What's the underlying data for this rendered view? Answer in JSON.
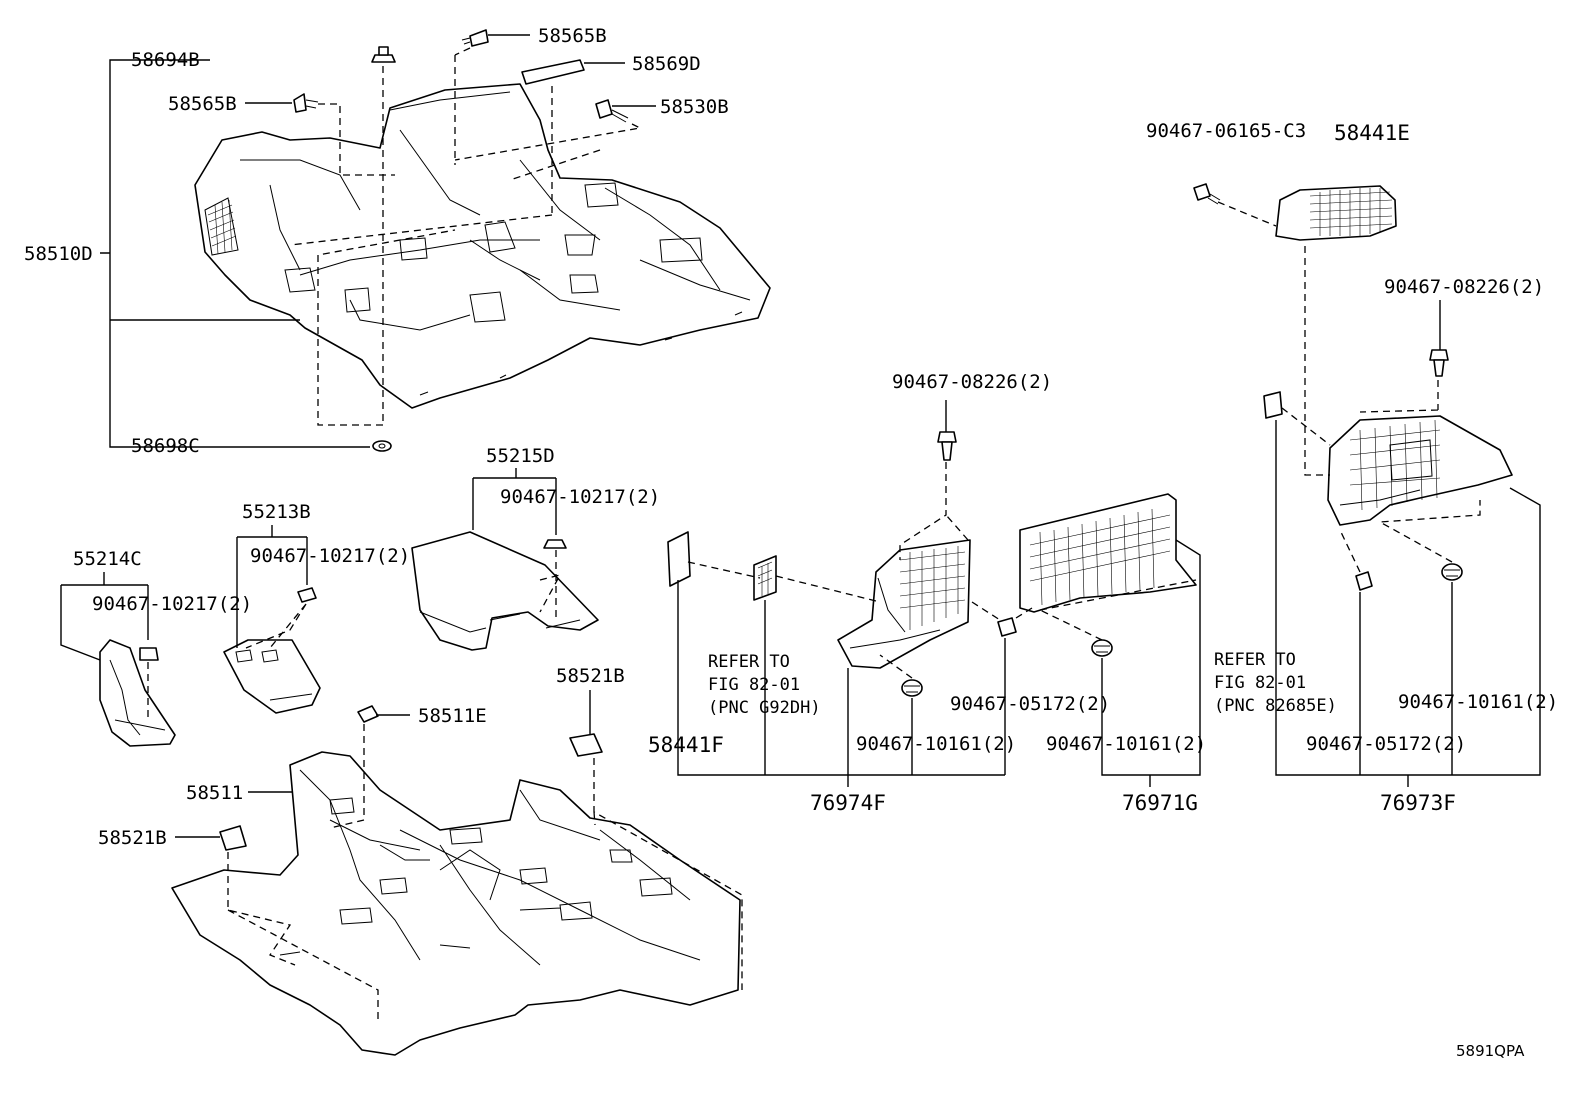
{
  "labels": {
    "p58694B": "58694B",
    "p58565B_top": "58565B",
    "p58569D": "58569D",
    "p58565B_left": "58565B",
    "p58530B": "58530B",
    "p58510D": "58510D",
    "p58698C": "58698C",
    "p55215D": "55215D",
    "p90467_10217_a": "90467-10217(2)",
    "p55213B": "55213B",
    "p90467_10217_b": "90467-10217(2)",
    "p55214C": "55214C",
    "p90467_10217_c": "90467-10217(2)",
    "p58521B_top": "58521B",
    "p58511E": "58511E",
    "p58511": "58511",
    "p58521B_left": "58521B",
    "p90467_08226_mid": "90467-08226(2)",
    "p58441F": "58441F",
    "p90467_10161_a": "90467-10161(2)",
    "p90467_05172_a": "90467-05172(2)",
    "p90467_10161_b": "90467-10161(2)",
    "p76974F": "76974F",
    "p76971G": "76971G",
    "p90467_06165_C3": "90467-06165-C3",
    "p58441E": "58441E",
    "p90467_08226_right": "90467-08226(2)",
    "p90467_10161_c": "90467-10161(2)",
    "p90467_05172_b": "90467-05172(2)",
    "p76973F": "76973F"
  },
  "refer_left": [
    "REFER TO",
    "FIG 82-01",
    "(PNC G92DH)"
  ],
  "refer_right": [
    "REFER TO",
    "FIG 82-01",
    "(PNC 82685E)"
  ],
  "diagram_code": "5891QPA"
}
